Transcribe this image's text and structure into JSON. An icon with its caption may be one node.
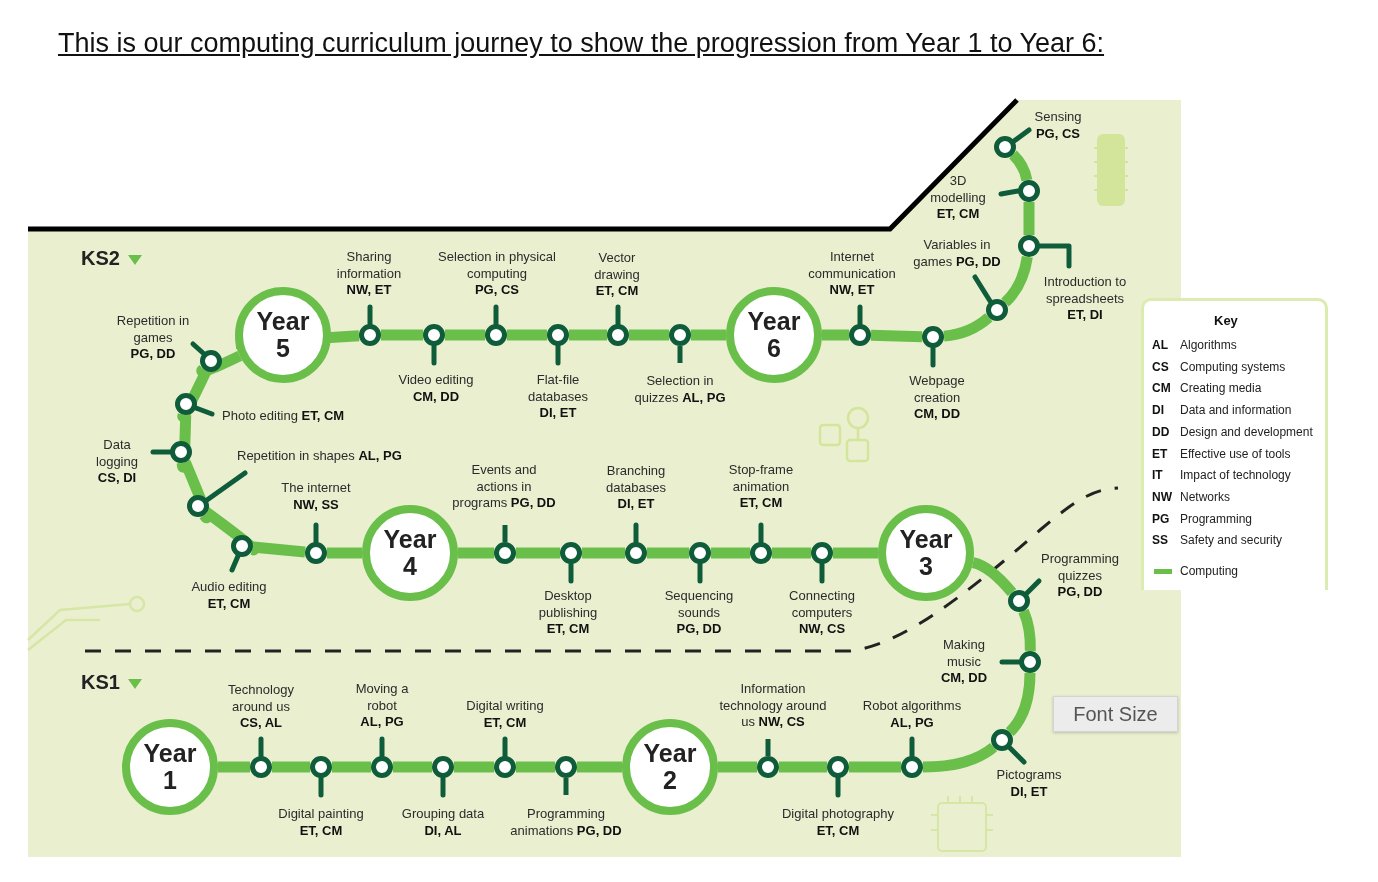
{
  "diagram": {
    "title": "This is our computing curriculum journey to show the progression from Year 1 to Year 6:",
    "nodes": [
      {
        "text": [
          "Year 1"
        ]
      },
      {
        "text": [],
        "shape": "circle",
        "beside": [
          "Technology around us",
          "CS, AL"
        ]
      },
      {
        "text": [],
        "shape": "circle",
        "beside": [
          "Digital painting",
          "ET, CM"
        ]
      },
      {
        "text": [],
        "shape": "circle",
        "beside": [
          "Moving a robot",
          "AL, PG"
        ]
      },
      {
        "text": [],
        "shape": "circle",
        "beside": [
          "Grouping data",
          "DI, AL"
        ]
      },
      {
        "text": [],
        "shape": "circle",
        "beside": [
          "Digital writing",
          "ET, CM"
        ]
      },
      {
        "text": [],
        "shape": "circle"
      },
      {
        "text": [
          "Year 2"
        ]
      },
      {
        "text": [],
        "shape": "circle"
      },
      {
        "text": [],
        "shape": "circle",
        "beside": [
          "Digital photography",
          "ET, CM"
        ]
      },
      {
        "text": [],
        "shape": "circle",
        "beside": [
          "Robot algorithms",
          "AL, PG"
        ]
      },
      {
        "text": [],
        "shape": "circle",
        "beside": [
          "Pictograms",
          "DI, ET"
        ]
      },
      {
        "text": [],
        "shape": "circle",
        "beside": [
          "Making music",
          "CM, DD"
        ]
      },
      {
        "text": [],
        "shape": "circle",
        "beside": [
          "Programming quizzes",
          "PG, DD"
        ]
      },
      {
        "text": [
          "Year 3"
        ]
      },
      {
        "text": [],
        "shape": "circle",
        "beside": [
          "Connecting computers",
          "NW, CS"
        ]
      },
      {
        "text": [],
        "shape": "circle",
        "beside": [
          "Stop-frame animation",
          "ET, CM"
        ]
      },
      {
        "text": [],
        "shape": "circle",
        "beside": [
          "Sequencing sounds",
          "PG, DD"
        ]
      },
      {
        "text": [],
        "shape": "circle",
        "beside": [
          "Branching databases",
          "DI, ET"
        ]
      },
      {
        "text": [],
        "shape": "circle",
        "beside": [
          "Desktop publishing",
          "ET, CM"
        ]
      },
      {
        "text": [],
        "shape": "circle"
      },
      {
        "text": [
          "Year 4"
        ]
      },
      {
        "text": [],
        "shape": "circle",
        "beside": [
          "The internet",
          "NW, SS"
        ]
      },
      {
        "text": [],
        "shape": "circle",
        "beside": [
          "Audio editing",
          "ET, CM"
        ]
      },
      {
        "text": [],
        "shape": "circle",
        "beside": [
          "Repetition in shapes **AL, PG**"
        ]
      },
      {
        "text": [],
        "shape": "circle",
        "beside": [
          "Data logging",
          "CS, DI"
        ]
      },
      {
        "text": [],
        "shape": "circle",
        "beside": [
          "Photo editing **ET, CM**"
        ]
      },
      {
        "text": [],
        "shape": "circle",
        "beside": [
          "Repetition in games",
          "PG, DD"
        ]
      },
      {
        "text": [
          "Year 5"
        ]
      },
      {
        "text": [],
        "shape": "circle",
        "beside": [
          "Sharing information",
          "NW, ET"
        ]
      },
      {
        "text": [],
        "shape": "circle",
        "beside": [
          "Video editing",
          "CM, DD"
        ]
      },
      {
        "text": [],
        "shape": "circle",
        "beside": [
          "Selection in physical computing",
          "PG, CS"
        ]
      },
      {
        "text": [],
        "shape": "circle",
        "beside": [
          "Flat-file databases",
          "DI, ET"
        ]
      },
      {
        "text": [],
        "shape": "circle",
        "beside": [
          "Vector drawing",
          "ET, CM"
        ]
      },
      {
        "text": [],
        "shape": "circle"
      },
      {
        "text": [
          "Year 6"
        ]
      },
      {
        "text": [],
        "shape": "circle",
        "beside": [
          "Internet communication",
          "NW, ET"
        ]
      },
      {
        "text": [],
        "shape": "circle",
        "beside": [
          "Webpage creation",
          "CM, DD"
        ]
      },
      {
        "text": [],
        "shape": "circle",
        "beside": [
          "Variables in games **PG, DD**"
        ]
      },
      {
        "text": [],
        "shape": "circle",
        "beside": [
          "Introduction to spreadsheets",
          "ET, DI"
        ]
      },
      {
        "text": [],
        "shape": "circle",
        "beside": [
          "3D modelling",
          "ET, CM"
        ]
      },
      {
        "text": [],
        "shape": "circle",
        "beside": [
          "Sensing",
          "PG, CS"
        ]
      },
      {
        "text": [
          "Programming animations **PG, DD**"
        ]
      },
      {
        "text": [
          "Information technology around us **NW, CS**"
        ]
      },
      {
        "text": [
          "Events and actions in programs **PG, DD**"
        ]
      },
      {
        "text": [
          "Selection in quizzes **AL, PG**"
        ]
      }
    ],
    "edges": [
      {
        "from": 0,
        "to": 1,
        "arrow": "none"
      },
      {
        "from": 1,
        "to": 2,
        "arrow": "none"
      },
      {
        "from": 2,
        "to": 3,
        "arrow": "none"
      },
      {
        "from": 3,
        "to": 4,
        "arrow": "none"
      },
      {
        "from": 4,
        "to": 5,
        "arrow": "none"
      },
      {
        "from": 5,
        "to": 6,
        "arrow": "none"
      },
      {
        "from": 6,
        "to": 7,
        "arrow": "none"
      },
      {
        "from": 7,
        "to": 8,
        "arrow": "none"
      },
      {
        "from": 8,
        "to": 9,
        "arrow": "none"
      },
      {
        "from": 9,
        "to": 10,
        "arrow": "none"
      },
      {
        "from": 10,
        "to": 11,
        "arrow": "none"
      },
      {
        "from": 11,
        "to": 12,
        "arrow": "none"
      },
      {
        "from": 12,
        "to": 13,
        "arrow": "none"
      },
      {
        "from": 13,
        "to": 14,
        "arrow": "none"
      },
      {
        "from": 14,
        "to": 15,
        "arrow": "none"
      },
      {
        "from": 15,
        "to": 16,
        "arrow": "none"
      },
      {
        "from": 16,
        "to": 17,
        "arrow": "none"
      },
      {
        "from": 17,
        "to": 18,
        "arrow": "none"
      },
      {
        "from": 18,
        "to": 19,
        "arrow": "none"
      },
      {
        "from": 19,
        "to": 20,
        "arrow": "none"
      },
      {
        "from": 20,
        "to": 21,
        "arrow": "none"
      },
      {
        "from": 21,
        "to": 22,
        "arrow": "none"
      },
      {
        "from": 22,
        "to": 23,
        "arrow": "none"
      },
      {
        "from": 23,
        "to": 24,
        "arrow": "none"
      },
      {
        "from": 24,
        "to": 25,
        "arrow": "none"
      },
      {
        "from": 25,
        "to": 26,
        "arrow": "none"
      },
      {
        "from": 26,
        "to": 27,
        "arrow": "none"
      },
      {
        "from": 27,
        "to": 28,
        "arrow": "none"
      },
      {
        "from": 28,
        "to": 29,
        "arrow": "none"
      },
      {
        "from": 29,
        "to": 30,
        "arrow": "none"
      },
      {
        "from": 30,
        "to": 31,
        "arrow": "none"
      },
      {
        "from": 31,
        "to": 32,
        "arrow": "none"
      },
      {
        "from": 32,
        "to": 33,
        "arrow": "none"
      },
      {
        "from": 33,
        "to": 34,
        "arrow": "none"
      },
      {
        "from": 34,
        "to": 35,
        "arrow": "none"
      },
      {
        "from": 35,
        "to": 36,
        "arrow": "none"
      },
      {
        "from": 36,
        "to": 37,
        "arrow": "none"
      },
      {
        "from": 37,
        "to": 38,
        "arrow": "none"
      },
      {
        "from": 38,
        "to": 39,
        "arrow": "none"
      },
      {
        "from": 39,
        "to": 40,
        "arrow": "none"
      },
      {
        "from": 40,
        "to": 41,
        "arrow": "none"
      },
      {
        "from": 42,
        "to": 6,
        "arrow": "none",
        "color": "#0f5c3b"
      },
      {
        "from": 43,
        "to": 8,
        "arrow": "none",
        "color": "#0f5c3b"
      },
      {
        "from": 44,
        "to": 20,
        "arrow": "none",
        "color": "#0f5c3b"
      },
      {
        "from": 45,
        "to": 34,
        "arrow": "none",
        "color": "#0f5c3b"
      }
    ],
    "labels": [
      "KS2",
      "KS1",
      "Key",
      "AL",
      "Algorithms",
      "CS",
      "Computing systems",
      "CM",
      "Creating media",
      "DI",
      "Data and information",
      "DD",
      "Design and development",
      "ET",
      "Effective use of tools",
      "IT",
      "Impact of technology",
      "NW",
      "Networks",
      "PG",
      "Programming",
      "SS",
      "Safety and security",
      "Font Size"
    ],
    "legend": [
      {
        "text": "Computing",
        "color": "#6abf4b"
      }
    ]
  }
}
